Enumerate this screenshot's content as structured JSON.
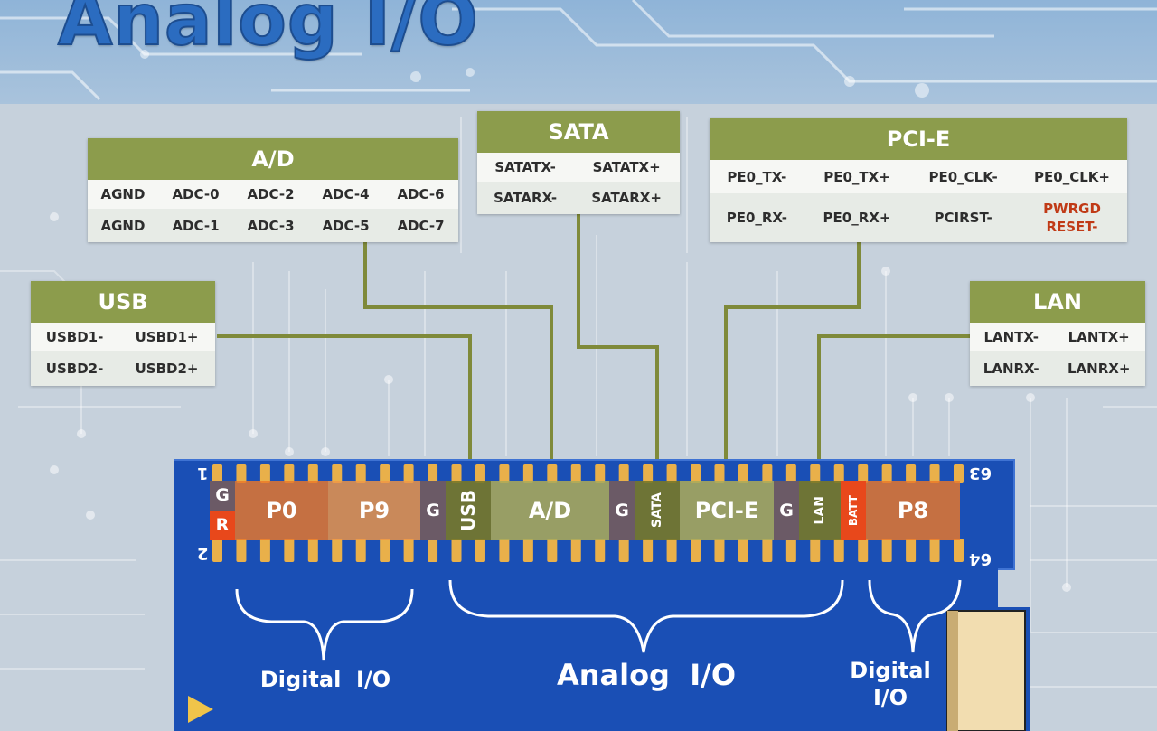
{
  "title": "Analog I/O",
  "colors": {
    "box_header": "#8c9c4c",
    "board_blue": "#1a4fb5",
    "pin_gold": "#e9b04a",
    "connector_line": "#7f8a3a",
    "warn_text": "#c03a16"
  },
  "boxes": {
    "ad": {
      "title": "A/D",
      "rows": [
        [
          "AGND",
          "ADC-0",
          "ADC-2",
          "ADC-4",
          "ADC-6"
        ],
        [
          "AGND",
          "ADC-1",
          "ADC-3",
          "ADC-5",
          "ADC-7"
        ]
      ]
    },
    "sata": {
      "title": "SATA",
      "rows": [
        [
          "SATATX-",
          "SATATX+"
        ],
        [
          "SATARX-",
          "SATARX+"
        ]
      ]
    },
    "pcie": {
      "title": "PCI-E",
      "rows": [
        [
          "PE0_TX-",
          "PE0_TX+",
          "PE0_CLK-",
          "PE0_CLK+"
        ],
        [
          "PE0_RX-",
          "PE0_RX+",
          "PCIRST-",
          "PWRGD RESET-"
        ]
      ]
    },
    "usb": {
      "title": "USB",
      "rows": [
        [
          "USBD1-",
          "USBD1+"
        ],
        [
          "USBD2-",
          "USBD2+"
        ]
      ]
    },
    "lan": {
      "title": "LAN",
      "rows": [
        [
          "LANTX-",
          "LANTX+"
        ],
        [
          "LANRX-",
          "LANRX+"
        ]
      ]
    }
  },
  "header": {
    "pin_top_left": "1",
    "pin_bottom_left": "2",
    "pin_top_right": "63",
    "pin_bottom_right": "64",
    "segments": [
      {
        "label": "G",
        "label2": "R"
      },
      {
        "label": "P0"
      },
      {
        "label": "P9"
      },
      {
        "label": "G"
      },
      {
        "label": "USB"
      },
      {
        "label": "A/D"
      },
      {
        "label": "G"
      },
      {
        "label": "SATA"
      },
      {
        "label": "PCI-E"
      },
      {
        "label": "G"
      },
      {
        "label": "LAN"
      },
      {
        "label": "BATT"
      },
      {
        "label": "P8"
      }
    ]
  },
  "groups": {
    "left": "Digital  I/O",
    "middle": "Analog  I/O",
    "right_line1": "Digital",
    "right_line2": "I/O"
  }
}
